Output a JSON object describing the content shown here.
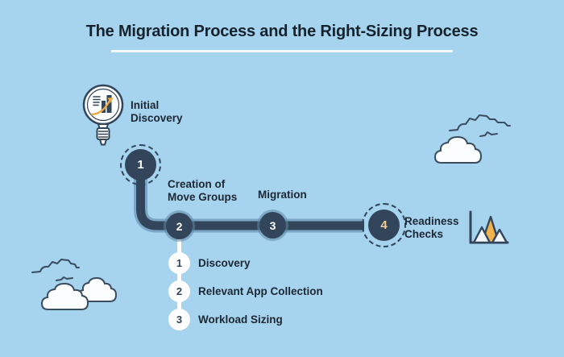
{
  "title": {
    "text": "The Migration Process and the Right-Sizing Process"
  },
  "steps": [
    {
      "number": "1",
      "label": "Initial Discovery"
    },
    {
      "number": "2",
      "label": "Creation of Move Groups"
    },
    {
      "number": "3",
      "label": "Migration"
    },
    {
      "number": "4",
      "label": "Readiness Checks"
    }
  ],
  "sub_steps": [
    {
      "number": "1",
      "label": "Discovery"
    },
    {
      "number": "2",
      "label": "Relevant App Collection"
    },
    {
      "number": "3",
      "label": "Workload Sizing"
    }
  ],
  "icons": {
    "magnifier": "magnifier-discovery-icon",
    "chart": "readiness-peaks-chart-icon",
    "clouds_left": "clouds-left-decoration",
    "clouds_right": "clouds-right-decoration"
  },
  "colors": {
    "background": "#a6d3ee",
    "navy": "#32455b",
    "path_halo": "#7ba6c5",
    "accent_orange": "#edaa43",
    "white": "#ffffff",
    "step4_number": "#f2cd96",
    "title_text": "#16222c",
    "underline": "#f3f8fb"
  }
}
